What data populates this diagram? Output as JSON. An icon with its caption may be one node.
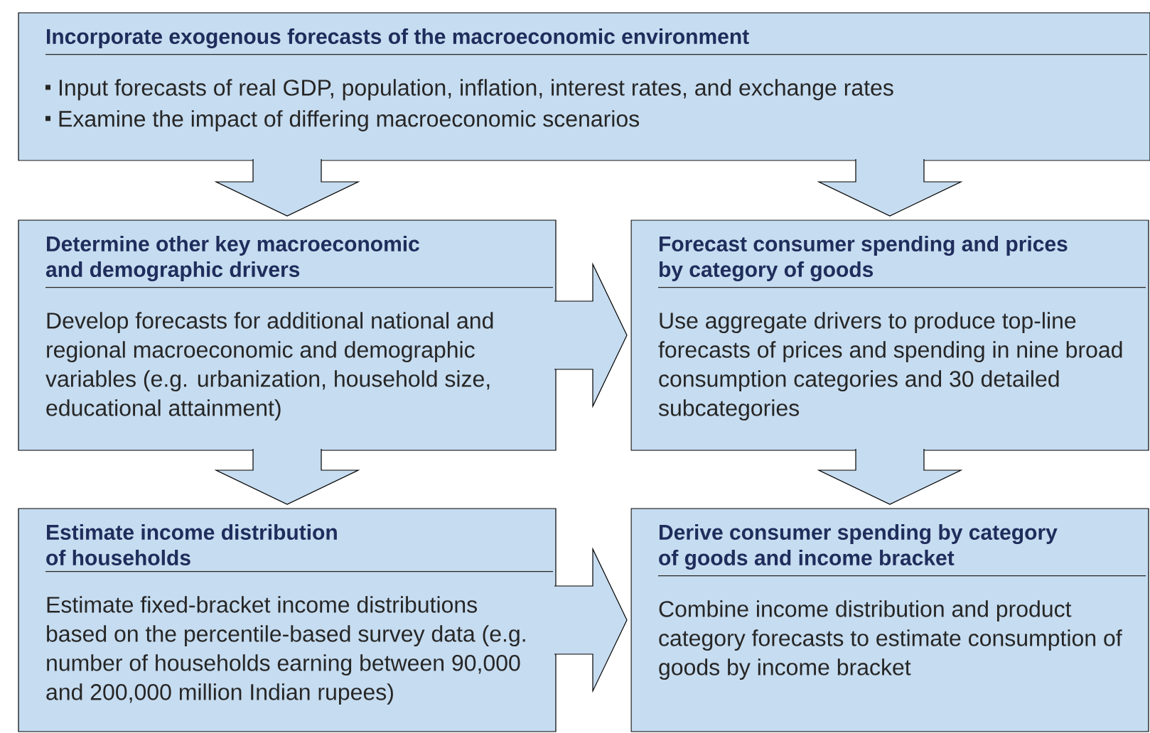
{
  "diagram": {
    "nodes": [
      {
        "text": [
          "Incorporate exogenous forecasts of the macroeconomic environment",
          "Input forecasts of real GDP, population, inflation, interest rates, and exchange rates",
          "Examine the impact of differing macroeconomic scenarios"
        ]
      },
      {
        "text": [
          "Determine other key macroeconomic and demographic drivers",
          "Develop forecasts for additional national and regional macroeconomic and demographic variables (e.g. urbanization, household size, educational attainment)"
        ]
      },
      {
        "text": [
          "Forecast consumer spending and prices by category of goods",
          "Use aggregate drivers to produce top-line forecasts of prices and spending in nine broad consumption categories and 30 detailed subcategories"
        ]
      },
      {
        "text": [
          "Estimate income distribution of households",
          "Estimate fixed-bracket income distributions based on the percentile-based survey data (e.g. number of households earning between 90,000 and 200,000 million Indian rupees)"
        ]
      },
      {
        "text": [
          "Derive consumer spending by category of goods and income bracket",
          "Combine income distribution and product category forecasts to estimate consumption of goods by income bracket"
        ]
      }
    ],
    "edges": [
      {
        "from": 0,
        "to": 1,
        "arrow": "to"
      },
      {
        "from": 0,
        "to": 2,
        "arrow": "to"
      },
      {
        "from": 1,
        "to": 2,
        "arrow": "to"
      },
      {
        "from": 1,
        "to": 3,
        "arrow": "to"
      },
      {
        "from": 2,
        "to": 4,
        "arrow": "to"
      },
      {
        "from": 3,
        "to": 4,
        "arrow": "to"
      }
    ]
  }
}
